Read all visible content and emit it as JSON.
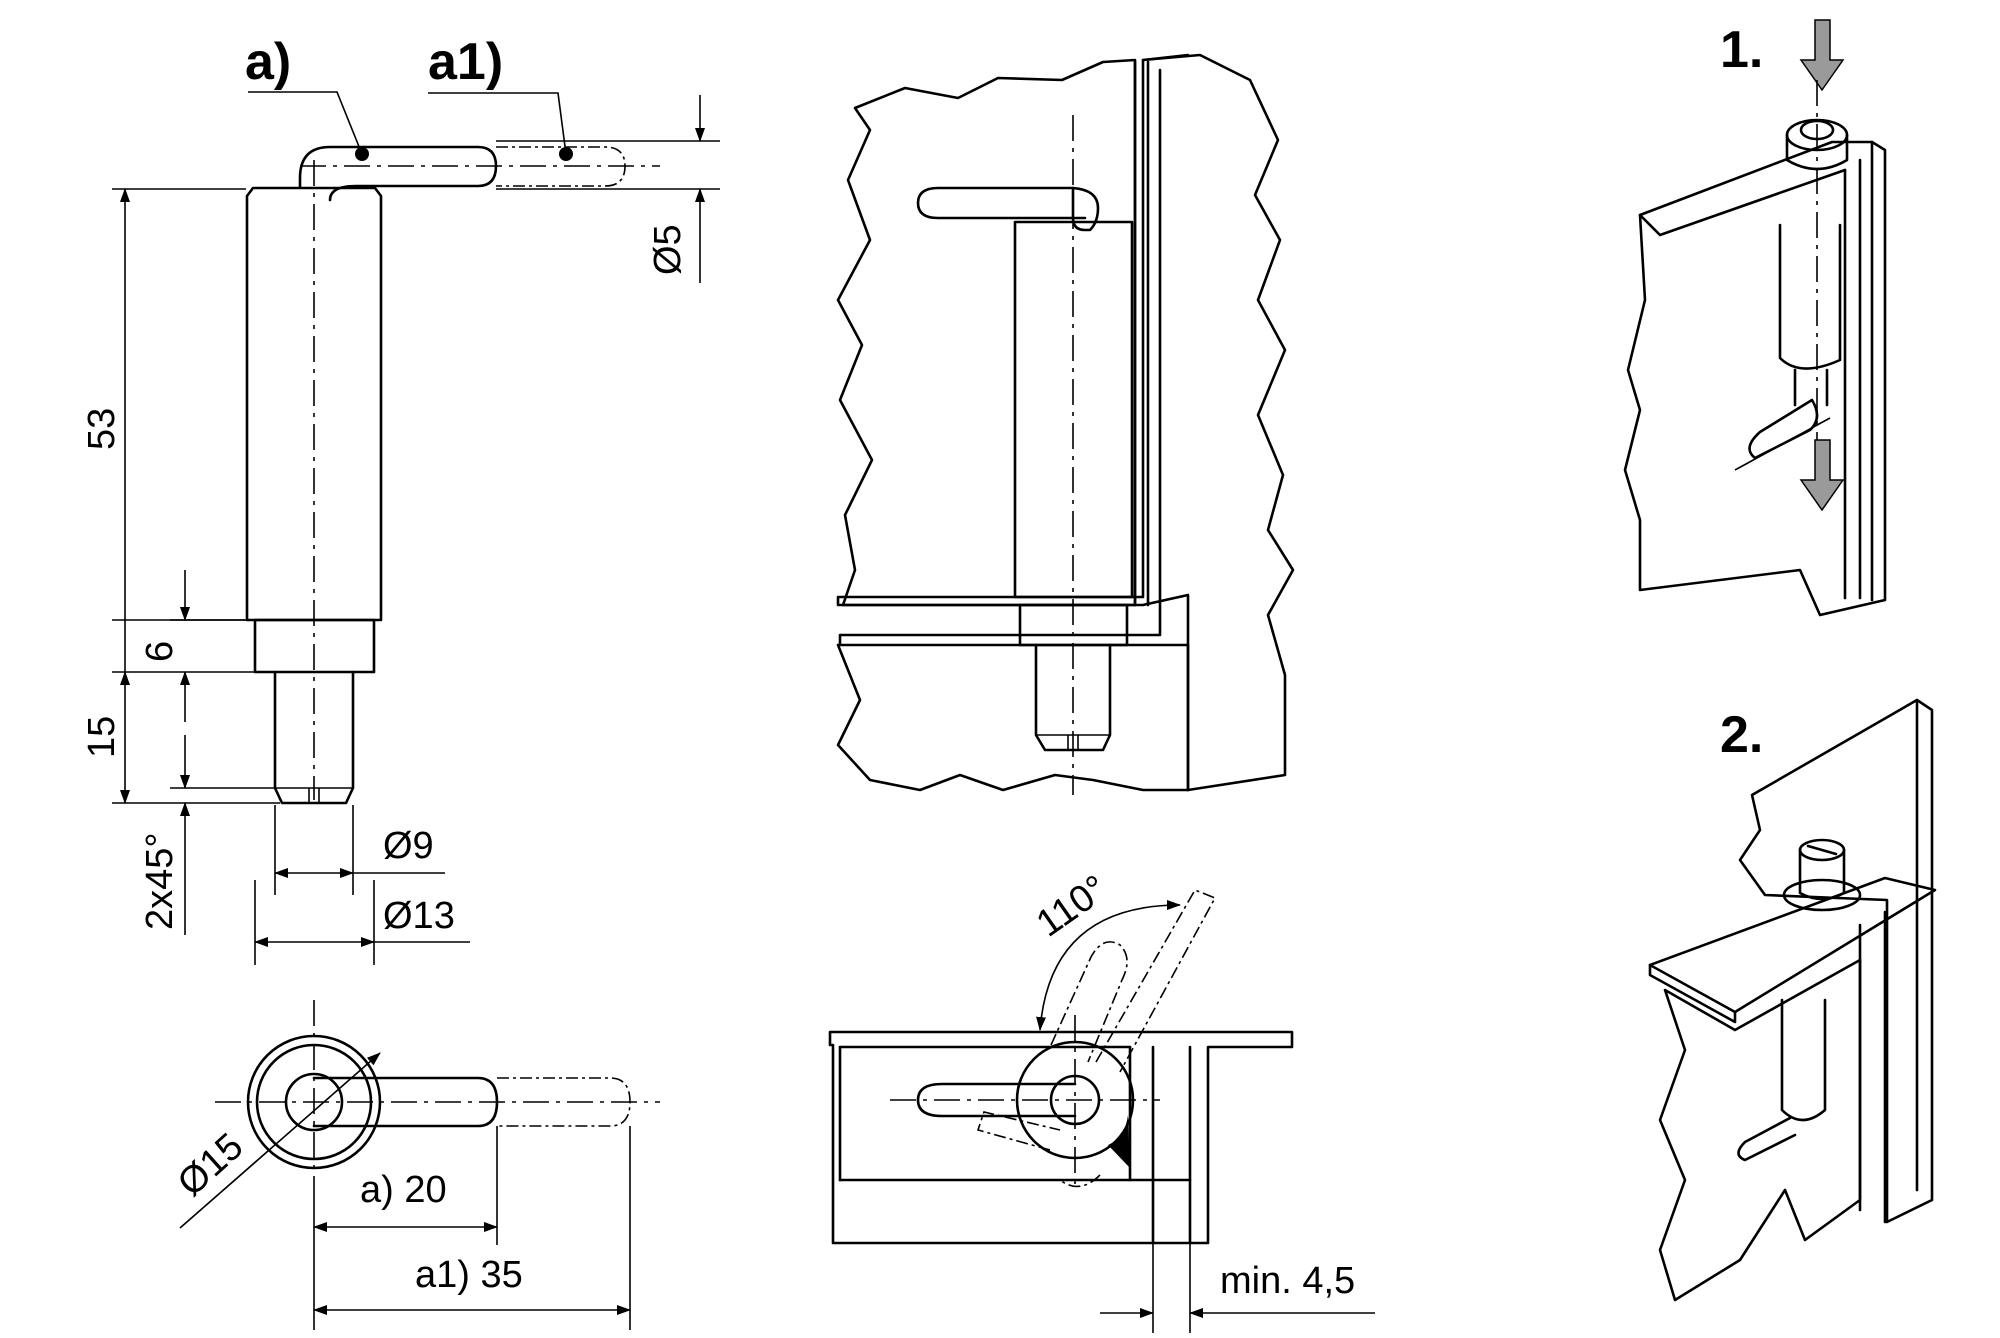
{
  "labels": {
    "variant_a": "a)",
    "variant_a1": "a1)",
    "step_1": "1.",
    "step_2": "2."
  },
  "dimensions": {
    "pin_diameter": "Ø5",
    "body_length": "53",
    "collar_height": "6",
    "shank_length": "15",
    "chamfer": "2x45°",
    "shank_diameter": "Ø9",
    "body_diameter": "Ø13",
    "flange_diameter": "Ø15",
    "handle_length_a": "a) 20",
    "handle_length_a1": "a1) 35",
    "rotation_angle": "110°",
    "min_clearance": "min. 4,5"
  },
  "colors": {
    "line": "#000000",
    "arrow_fill": "#9a9a9a",
    "background": "#ffffff"
  }
}
